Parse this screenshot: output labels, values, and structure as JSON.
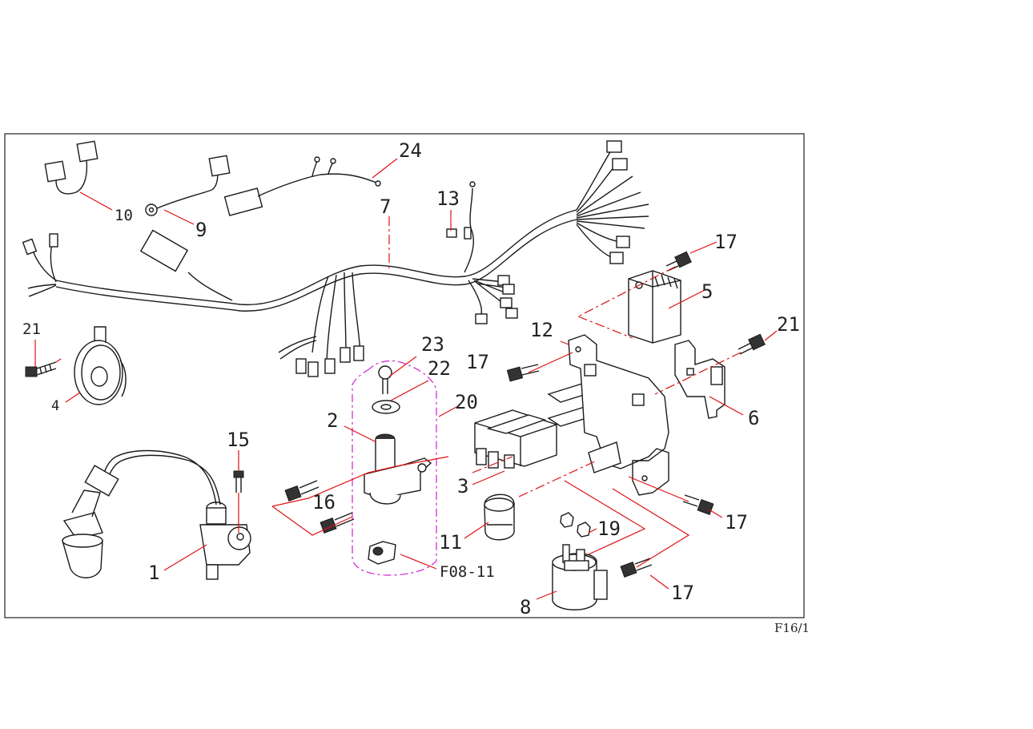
{
  "figure_id": "F16/1",
  "reference_label": "F08-11",
  "parts": {
    "p1": "1",
    "p2": "2",
    "p3": "3",
    "p4": "4",
    "p5": "5",
    "p6": "6",
    "p7": "7",
    "p8": "8",
    "p9": "9",
    "p10": "10",
    "p11": "11",
    "p12": "12",
    "p13": "13",
    "p15": "15",
    "p16": "16",
    "p17": "17",
    "p19": "19",
    "p20": "20",
    "p21": "21",
    "p22": "22",
    "p23": "23",
    "p24": "24"
  },
  "colors": {
    "leader": "#e01010",
    "group_outline": "#d020d0",
    "line_art": "#1a1a1a"
  }
}
